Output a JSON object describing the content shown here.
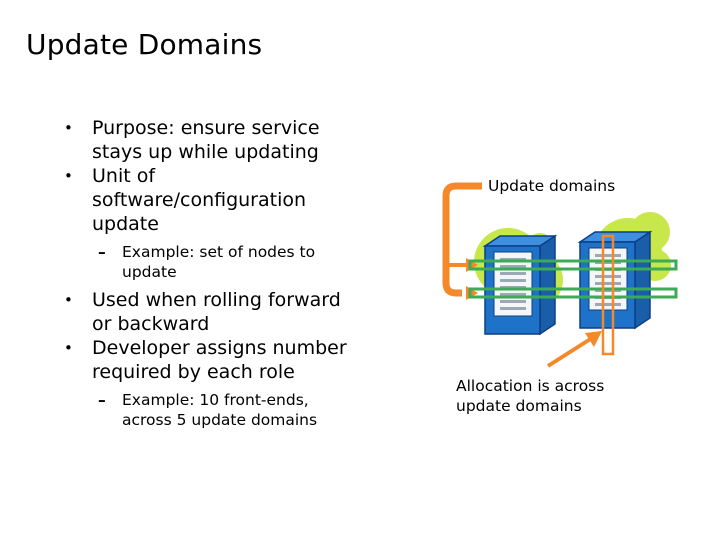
{
  "slide": {
    "title": "Update Domains",
    "bullets": [
      {
        "level": 1,
        "text": [
          "Purpose:  ensure service",
          "stays up while updating"
        ]
      },
      {
        "level": 1,
        "text": [
          "Unit of",
          "software/configuration",
          "update"
        ]
      },
      {
        "level": 2,
        "text": [
          "Example:  set of nodes to",
          "update"
        ]
      },
      {
        "level": 1,
        "text": [
          "Used when rolling forward",
          "or backward"
        ]
      },
      {
        "level": 1,
        "text": [
          "Developer assigns number",
          "required by each role"
        ]
      },
      {
        "level": 2,
        "text": [
          "Example:  10 front-ends,",
          "across 5 update domains"
        ]
      }
    ],
    "bullet_glyph": "•",
    "sub_bullet_glyph": "–"
  },
  "diagram": {
    "update_domains_label": "Update domains",
    "allocation_label": [
      "Allocation is across",
      "update domains"
    ],
    "colors": {
      "bracket_orange": "#F5892A",
      "domain_green": "#3DAA55",
      "blob_green": "#C7E74A",
      "server_blue": "#1E73C8"
    },
    "icons": [
      "update-domain-bracket-icon",
      "server-rack-icon",
      "fault-domain-icon",
      "arrow-icon"
    ]
  }
}
